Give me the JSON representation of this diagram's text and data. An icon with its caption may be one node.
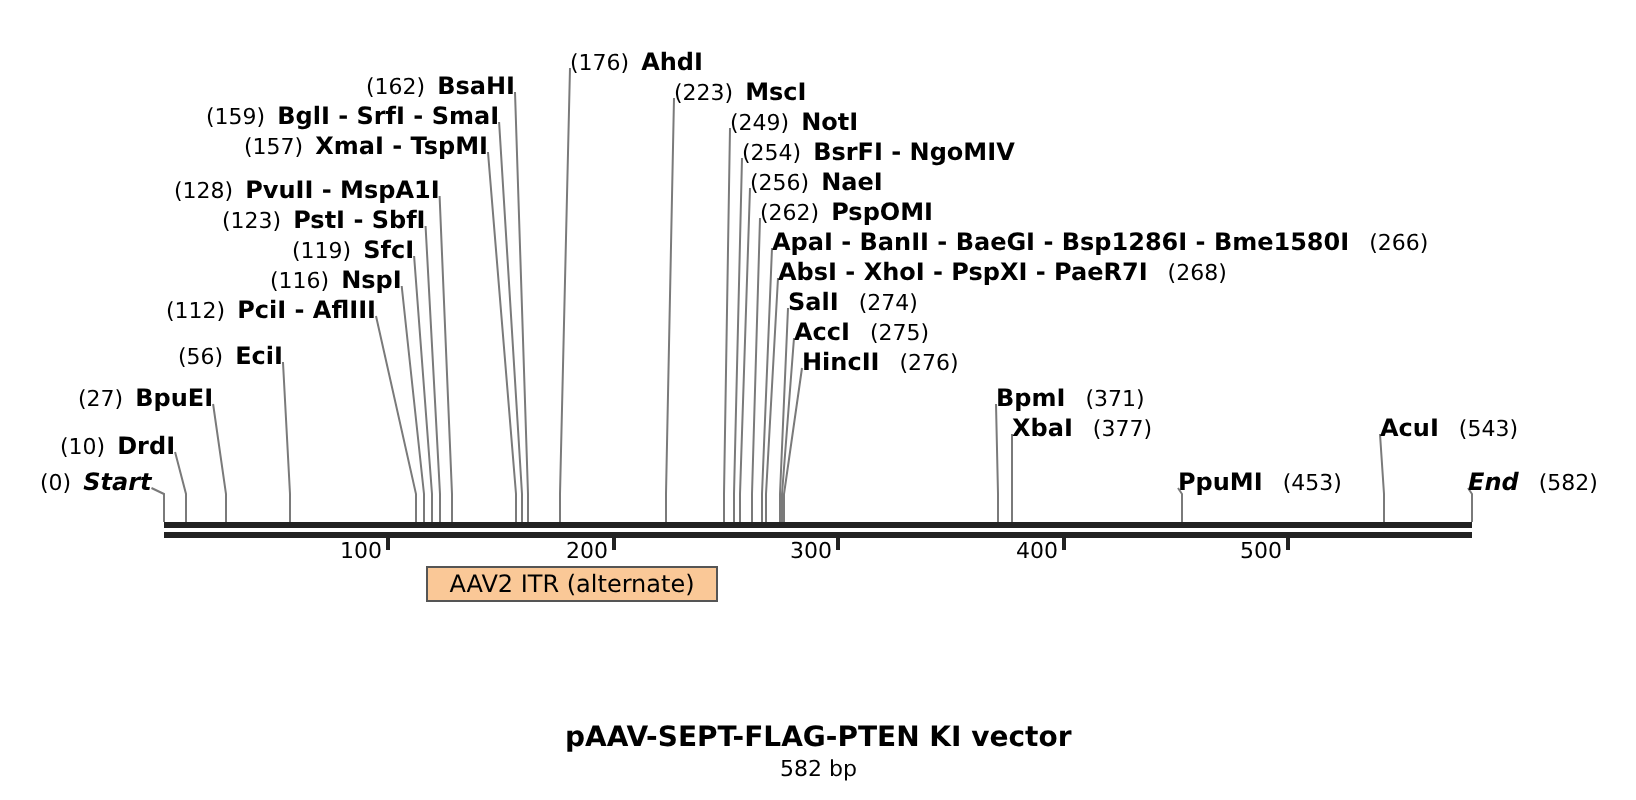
{
  "diagram": {
    "title": "pAAV-SEPT-FLAG-PTEN KI vector",
    "caption": "582 bp",
    "nodes": [
      {
        "text": [
          "(162)",
          "BsaHI"
        ]
      },
      {
        "text": [
          "(159)",
          "BglI - SrfI - SmaI"
        ]
      },
      {
        "text": [
          "(157)",
          "XmaI - TspMI"
        ]
      },
      {
        "text": [
          "(128)",
          "PvuII - MspA1I"
        ]
      },
      {
        "text": [
          "(123)",
          "PstI - SbfI"
        ]
      },
      {
        "text": [
          "ApaI - BanII - BaeGI - Bsp1286I - Bme1580I",
          "(266)"
        ]
      },
      {
        "text": [
          "(119)",
          "SfcI"
        ]
      },
      {
        "text": [
          "AbsI - XhoI - PspXI - PaeR7I",
          "(268)"
        ]
      },
      {
        "text": [
          "(116)",
          "NspI"
        ]
      },
      {
        "text": [
          "(262)",
          "PspOMI"
        ]
      },
      {
        "text": [
          "SalI",
          "(274)"
        ]
      },
      {
        "text": [
          "(112)",
          "PciI - AflIII"
        ]
      },
      {
        "text": [
          "(256)",
          "NaeI"
        ]
      },
      {
        "text": [
          "AccI",
          "(275)"
        ]
      },
      {
        "text": [
          "(56)",
          "EciI"
        ]
      },
      {
        "text": [
          "(254)",
          "BsrFI - NgoMIV"
        ]
      },
      {
        "text": [
          "HincII",
          "(276)"
        ]
      },
      {
        "text": [
          "(249)",
          "NotI"
        ]
      },
      {
        "text": [
          "(27)",
          "BpuEI"
        ]
      },
      {
        "text": [
          "BpmI",
          "(371)"
        ]
      },
      {
        "text": [
          "(223)",
          "MscI"
        ]
      },
      {
        "text": [
          "XbaI",
          "(377)"
        ]
      },
      {
        "text": [
          "AcuI",
          "(543)"
        ]
      },
      {
        "text": [
          "(10)",
          "DrdI"
        ]
      },
      {
        "text": [
          "(0)",
          "Start"
        ]
      },
      {
        "text": [
          "(176)",
          "AhdI"
        ]
      },
      {
        "text": [
          "PpuMI",
          "(453)"
        ]
      },
      {
        "text": [
          "End",
          "(582)"
        ]
      },
      {
        "text": [],
        "shape": "bar"
      },
      {
        "text": [
          "AAV2 ITR (alternate)"
        ]
      }
    ],
    "edges": [
      {
        "from": 0,
        "to": 28,
        "arrow": "none"
      },
      {
        "from": 1,
        "to": 28,
        "arrow": "none"
      },
      {
        "from": 2,
        "to": 28,
        "arrow": "none"
      },
      {
        "from": 3,
        "to": 28,
        "arrow": "none"
      },
      {
        "from": 4,
        "to": 28,
        "arrow": "none"
      },
      {
        "from": 5,
        "to": 28,
        "arrow": "none"
      },
      {
        "from": 6,
        "to": 28,
        "arrow": "none"
      },
      {
        "from": 7,
        "to": 28,
        "arrow": "none"
      },
      {
        "from": 8,
        "to": 28,
        "arrow": "none"
      },
      {
        "from": 9,
        "to": 28,
        "arrow": "none"
      },
      {
        "from": 10,
        "to": 28,
        "arrow": "none"
      },
      {
        "from": 11,
        "to": 28,
        "arrow": "none"
      },
      {
        "from": 12,
        "to": 28,
        "arrow": "none"
      },
      {
        "from": 13,
        "to": 28,
        "arrow": "none"
      },
      {
        "from": 14,
        "to": 28,
        "arrow": "none"
      },
      {
        "from": 15,
        "to": 28,
        "arrow": "none"
      },
      {
        "from": 16,
        "to": 28,
        "arrow": "none"
      },
      {
        "from": 17,
        "to": 28,
        "arrow": "none"
      },
      {
        "from": 18,
        "to": 28,
        "arrow": "none"
      },
      {
        "from": 19,
        "to": 28,
        "arrow": "none"
      },
      {
        "from": 20,
        "to": 28,
        "arrow": "none"
      },
      {
        "from": 21,
        "to": 28,
        "arrow": "none"
      },
      {
        "from": 22,
        "to": 28,
        "arrow": "none"
      },
      {
        "from": 23,
        "to": 28,
        "arrow": "none"
      },
      {
        "from": 24,
        "to": 28,
        "arrow": "none"
      },
      {
        "from": 25,
        "to": 28,
        "arrow": "none"
      },
      {
        "from": 26,
        "to": 28,
        "arrow": "none"
      },
      {
        "from": 27,
        "to": 28,
        "arrow": "none"
      }
    ],
    "labels": [
      "100",
      "200",
      "300",
      "400",
      "500"
    ]
  }
}
